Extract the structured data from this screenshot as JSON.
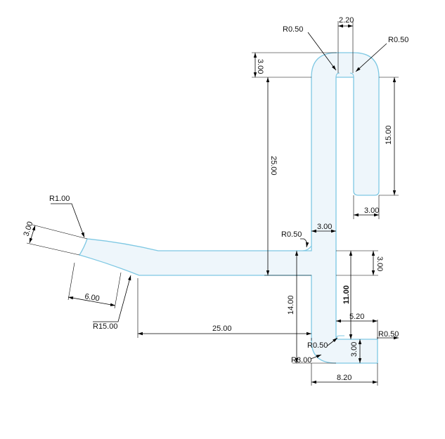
{
  "colors": {
    "part_fill": "#eef6fb",
    "part_outline": "#7ec8e3",
    "dimension": "#000000",
    "background": "#ffffff"
  },
  "dimensions": {
    "top_width": "2.20",
    "top_radius_left": "R0.50",
    "top_radius_right": "R0.50",
    "top_height": "3.00",
    "tall_height": "25.00",
    "right_leg_length": "15.00",
    "right_leg_width": "3.00",
    "stem_width": "3.00",
    "inner_radius": "R0.50",
    "arm_thickness": "3.00",
    "left_radius": "R1.00",
    "left_thickness": "3.00",
    "left_length": "6.00",
    "bend_radius": "R15.00",
    "arm_length": "25.00",
    "lower_height": "14.00",
    "middle_height": "11.00",
    "foot_inner_width": "5.20",
    "foot_radius": "R0.50",
    "foot_height": "3.00",
    "foot_inner_radius": "R0.50",
    "foot_outer_radius": "R3.00",
    "foot_width": "8.20"
  }
}
